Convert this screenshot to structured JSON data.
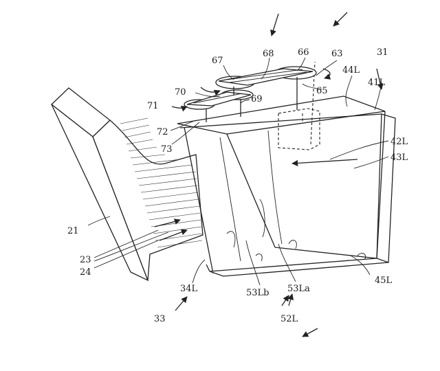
{
  "labels": {
    "l31": "31",
    "l41L": "41L",
    "l44L": "44L",
    "l63": "63",
    "l66": "66",
    "l68": "68",
    "l67": "67",
    "l65": "65",
    "l70": "70",
    "l69": "69",
    "l71": "71",
    "l72": "72",
    "l73": "73",
    "l42L": "42L",
    "l43L": "43L",
    "l21": "21",
    "l23": "23",
    "l24": "24",
    "l34L": "34L",
    "l33": "33",
    "l53Lb": "53Lb",
    "l53La": "53La",
    "l52L": "52L",
    "l45L": "45L"
  }
}
